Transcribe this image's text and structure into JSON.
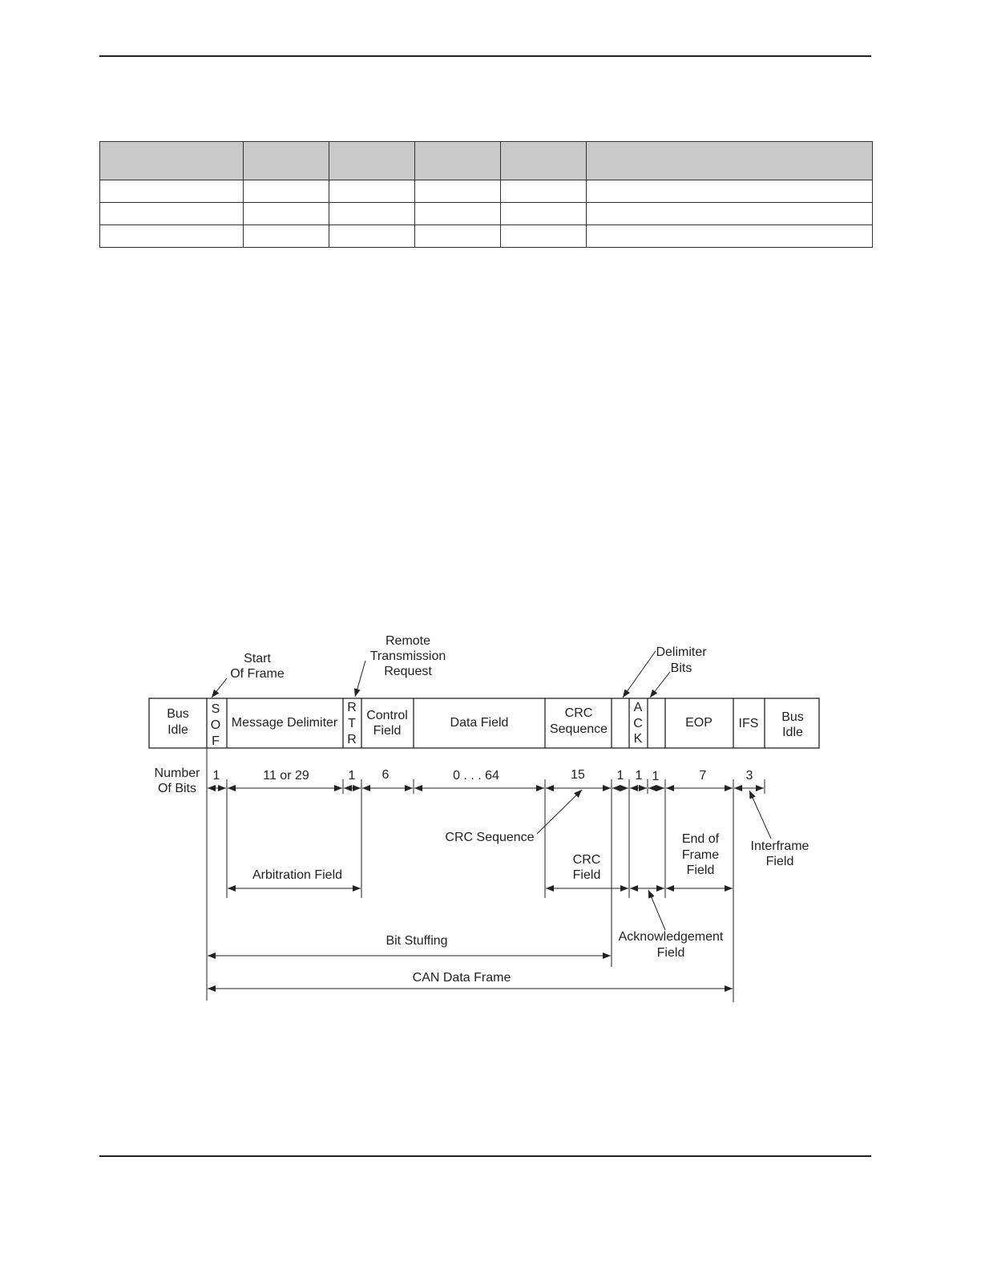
{
  "rules": {
    "top": "",
    "bottom": ""
  },
  "table": {
    "columns": 6,
    "header_rows": 1,
    "body_rows": 3
  },
  "diagram": {
    "frame_cells": {
      "bus_idle_left": [
        "Bus",
        "Idle"
      ],
      "sof": [
        "S",
        "O",
        "F"
      ],
      "message_delimiter": "Message Delimiter",
      "rtr": [
        "R",
        "T",
        "R"
      ],
      "control_field": [
        "Control",
        "Field"
      ],
      "data_field": "Data Field",
      "crc_sequence": [
        "CRC",
        "Sequence"
      ],
      "ack": [
        "A",
        "C",
        "K"
      ],
      "eop": "EOP",
      "ifs": "IFS",
      "bus_idle_right": [
        "Bus",
        "Idle"
      ]
    },
    "callouts": {
      "start_of_frame": [
        "Start",
        "Of Frame"
      ],
      "remote_transmission_request": [
        "Remote",
        "Transmission",
        "Request"
      ],
      "delimiter_bits": [
        "Delimiter",
        "Bits"
      ],
      "crc_sequence": "CRC Sequence",
      "interframe_field": [
        "Interframe",
        "Field"
      ],
      "acknowledgement_field": [
        "Acknowledgement",
        "Field"
      ]
    },
    "number_of_bits_label": [
      "Number",
      "Of Bits"
    ],
    "bit_counts": {
      "sof": "1",
      "message_delimiter": "11 or 29",
      "rtr": "1",
      "control": "6",
      "data": "0 . . . 64",
      "crc": "15",
      "crc_delimiter": "1",
      "ack": "1",
      "ack_delimiter": "1",
      "eop": "7",
      "ifs": "3"
    },
    "spans": {
      "arbitration_field": "Arbitration Field",
      "crc_field": [
        "CRC",
        "Field"
      ],
      "end_of_frame_field": [
        "End of",
        "Frame",
        "Field"
      ],
      "bit_stuffing": "Bit Stuffing",
      "can_data_frame": "CAN Data Frame"
    }
  }
}
